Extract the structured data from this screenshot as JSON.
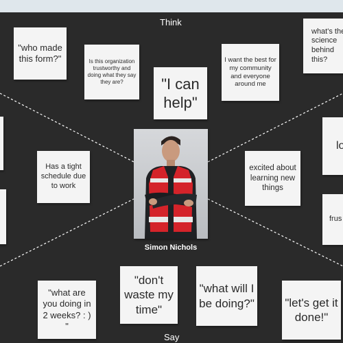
{
  "board": {
    "think_label": "Think",
    "say_label": "Say",
    "persona_name": "Simon Nichols"
  },
  "notes": {
    "who_made": "\"who made this form?\"",
    "trustworthy": "Is this organization trustworthy and doing what they say they are?",
    "i_can_help": "\"I can help\"",
    "want_best": "I want the best for my community and everyone around me",
    "science": "what's the science behind this?",
    "tight_schedule": "Has a tight schedule due to work",
    "excited": "excited about learning new things",
    "right_top": "lo an",
    "right_bottom": "frus inef",
    "what_doing": "\"what are you doing in 2 weeks? : ) \"",
    "dont_waste": "\"don't waste my time\"",
    "what_will_i": "\"what will I be doing?\"",
    "lets_get": "\"let's get it done!\""
  },
  "colors": {
    "board": "#2a2a2a",
    "note": "#f4f4f4",
    "vest": "#d4232a",
    "reflective": "#e8e8e8"
  }
}
